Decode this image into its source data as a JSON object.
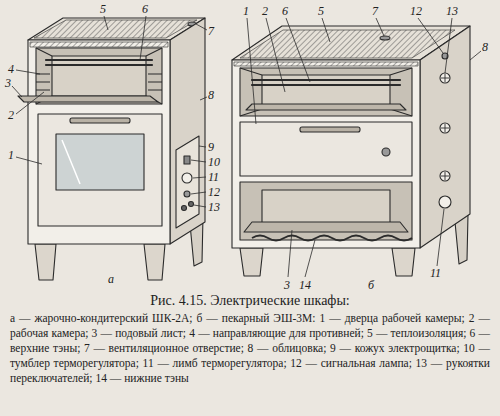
{
  "diagram": {
    "caption": "Рис. 4.15. Электрические шкафы:",
    "labels": [
      "5",
      "6",
      "7",
      "4",
      "3",
      "2",
      "8",
      "9",
      "10",
      "11",
      "12",
      "13",
      "1",
      "а",
      "1",
      "2",
      "6",
      "5",
      "7",
      "12",
      "13",
      "8",
      "3",
      "14",
      "11",
      "б",
      "а — жарочно-кондитерский ШК-2А; б — пекарный ЭШ-3М: 1 — дверца рабочей камеры; 2 — рабочая камера; 3 — подовый лист; 4 — направляющие для противней; 5 — теплоизоляция; 6 — верхние тэны; 7 — вентиляционное отверстие; 8 — облицовка; 9 — кожух электрощитка; 10 — тумблер терморегулятора; 11 — лимб терморегулятора; 12 — сигнальная лампа; 13 — рукоятки переключателей; 14 — нижние тэны"
    ]
  }
}
